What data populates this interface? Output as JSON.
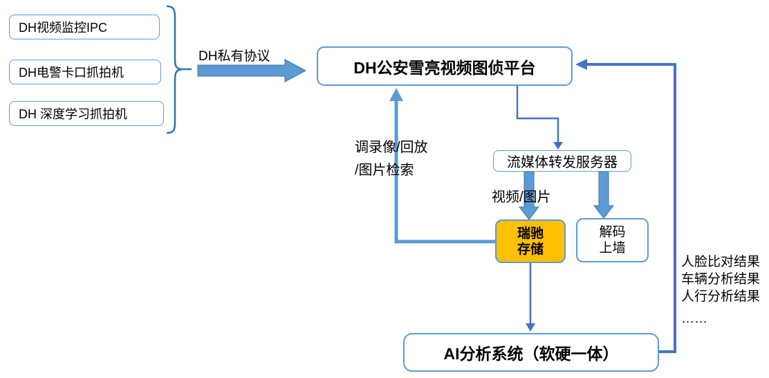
{
  "diagram": {
    "sources": [
      {
        "label": "DH视频监控IPC"
      },
      {
        "label": "DH电警卡口抓拍机"
      },
      {
        "label": "DH 深度学习抓拍机"
      }
    ],
    "protocol_arrow_label": "DH私有协议",
    "platform": {
      "label": "DH公安雪亮视频图侦平台"
    },
    "media_server": {
      "label": "流媒体转发服务器"
    },
    "video_image_label": "视频/图片",
    "storage": {
      "label_line1": "瑞驰",
      "label_line2": "存储"
    },
    "decoder": {
      "label_line1": "解码",
      "label_line2": "上墙"
    },
    "retrieval_label_line1": "调录像/回放",
    "retrieval_label_line2": "/图片检索",
    "ai_system": {
      "label": "AI分析系统（软硬一体）"
    },
    "results": {
      "line1": "人脸比对结果",
      "line2": "车辆分析结果",
      "line3": "人行分析结果",
      "line4": "……"
    },
    "colors": {
      "box_border": "#5B9BD5",
      "thick_arrow_fill": "#5B9BD5",
      "thick_arrow_stroke": "#41719C",
      "thin_connector": "#4472C4",
      "bracket": "#2E75B6",
      "storage_fill": "#FFC000"
    }
  }
}
